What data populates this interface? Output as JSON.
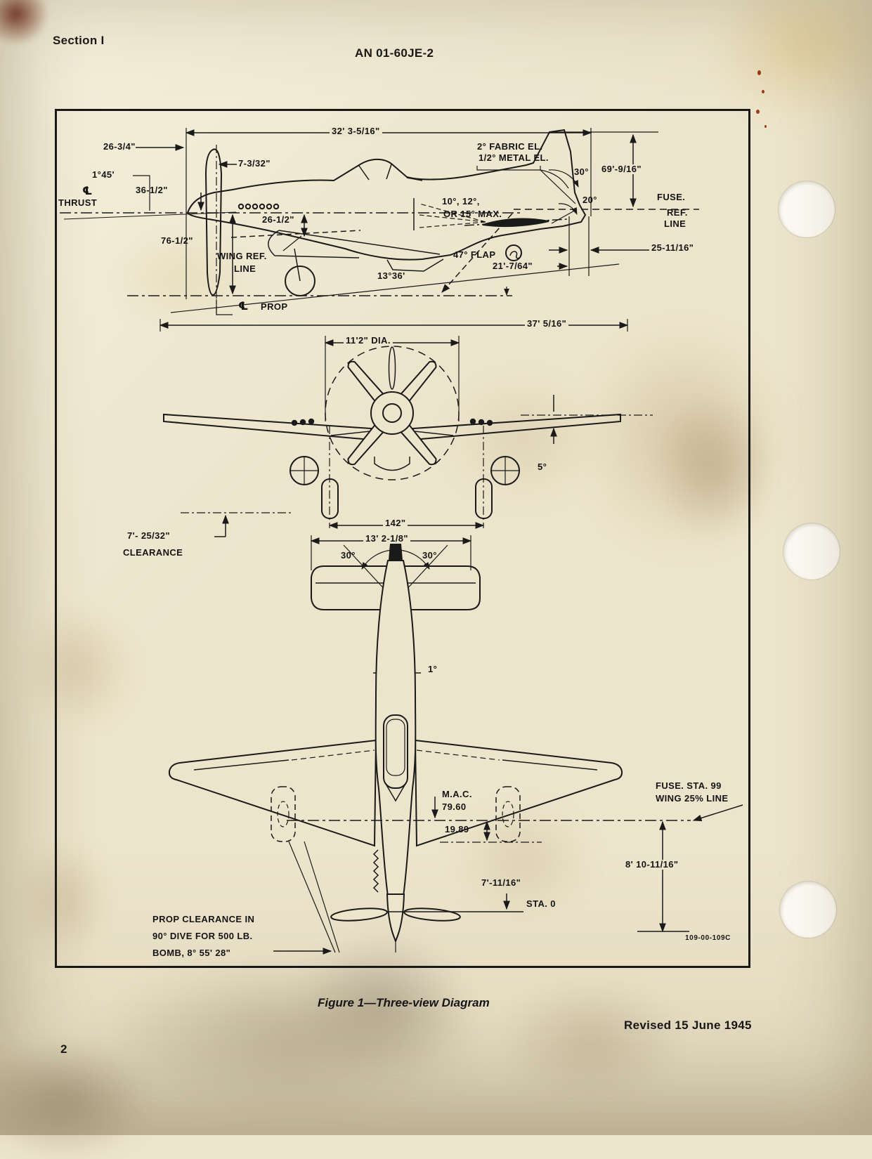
{
  "page": {
    "section_header": "Section I",
    "doc_number": "AN 01-60JE-2",
    "page_number": "2",
    "revision_note": "Revised 15 June 1945",
    "figure_caption": "Figure 1—Three-view Diagram",
    "drawing_ref": "109-00-109C",
    "centerline_symbol": "℄"
  },
  "side_view": {
    "overall_length": "32' 3-5/16\"",
    "spinner_to_ref": "26-3/4\"",
    "prop_plane_offset": "7-3/32\"",
    "thrust_line_angle": "1°45'",
    "prop_center_height": "36-1/2\"",
    "thrust_label": "THRUST",
    "wing_ref_offset": "26-1/2\"",
    "prop_tip_ground": "76-1/2\"",
    "wing_ref_label_1": "WING REF.",
    "wing_ref_label_2": "LINE",
    "prop_label": "PROP",
    "static_ground_angle": "13°36'",
    "flap_deflection": "47° FLAP",
    "tail_arm": "21'-7/64\"",
    "rudder_arm": "25-11/16\"",
    "elevator_note_1": "2° FABRIC EL.",
    "elevator_note_2": "1/2° METAL EL.",
    "rudder_up_angle": "30°",
    "elevator_down_angle": "20°",
    "tail_height": "69'-9/16\"",
    "fuse_ref_1": "FUSE.",
    "fuse_ref_2": "REF.",
    "fuse_ref_3": "LINE",
    "stab_settings_1": "10°, 12°,",
    "stab_settings_2": "OR 15° MAX."
  },
  "front_view": {
    "wing_span": "37' 5/16\"",
    "prop_diameter": "11'2\" DIA.",
    "dihedral_angle": "5°",
    "wheel_track": "142\"",
    "prop_clearance_1": "7'- 25/32\"",
    "prop_clearance_2": "CLEARANCE"
  },
  "top_view": {
    "stab_span": "13' 2-1/8\"",
    "rudder_throw_left": "30°",
    "rudder_throw_right": "30°",
    "fin_offset": "1°",
    "mac_label": "M.A.C.",
    "mac_length": "79.60",
    "mac_station": "19.89",
    "fuse_station_note_1": "FUSE. STA. 99",
    "fuse_station_note_2": "WING 25% LINE",
    "sta0_to_wing": "8' 10-11/16\"",
    "nose_to_sta0": "7'-11/16\"",
    "station_zero": "STA. 0",
    "dive_note_1": "PROP CLEARANCE IN",
    "dive_note_2": "90° DIVE FOR 500 LB.",
    "dive_note_3": "BOMB, 8° 55' 28\""
  }
}
